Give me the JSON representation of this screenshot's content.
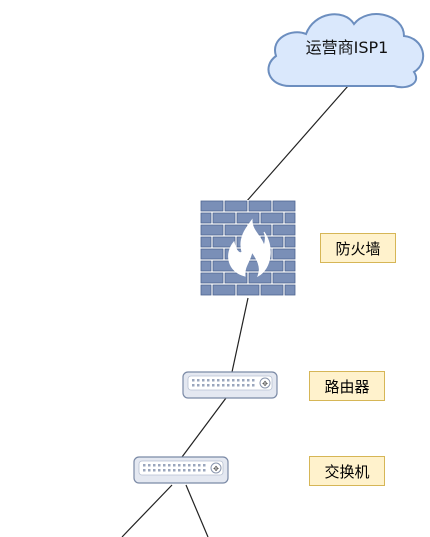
{
  "cloud": {
    "label": "运营商ISP1"
  },
  "firewall": {
    "label": "防火墙"
  },
  "router": {
    "label": "路由器"
  },
  "switch": {
    "label": "交换机"
  },
  "colors": {
    "cloud_fill": "#dae8fc",
    "cloud_stroke": "#6c8ebf",
    "brick_fill": "#7a8fb7",
    "brick_stroke": "#4f6590",
    "label_fill": "#fff2cc",
    "label_stroke": "#d6b656",
    "device_fill": "#e4e8f1",
    "device_stroke": "#7b8aa6"
  }
}
